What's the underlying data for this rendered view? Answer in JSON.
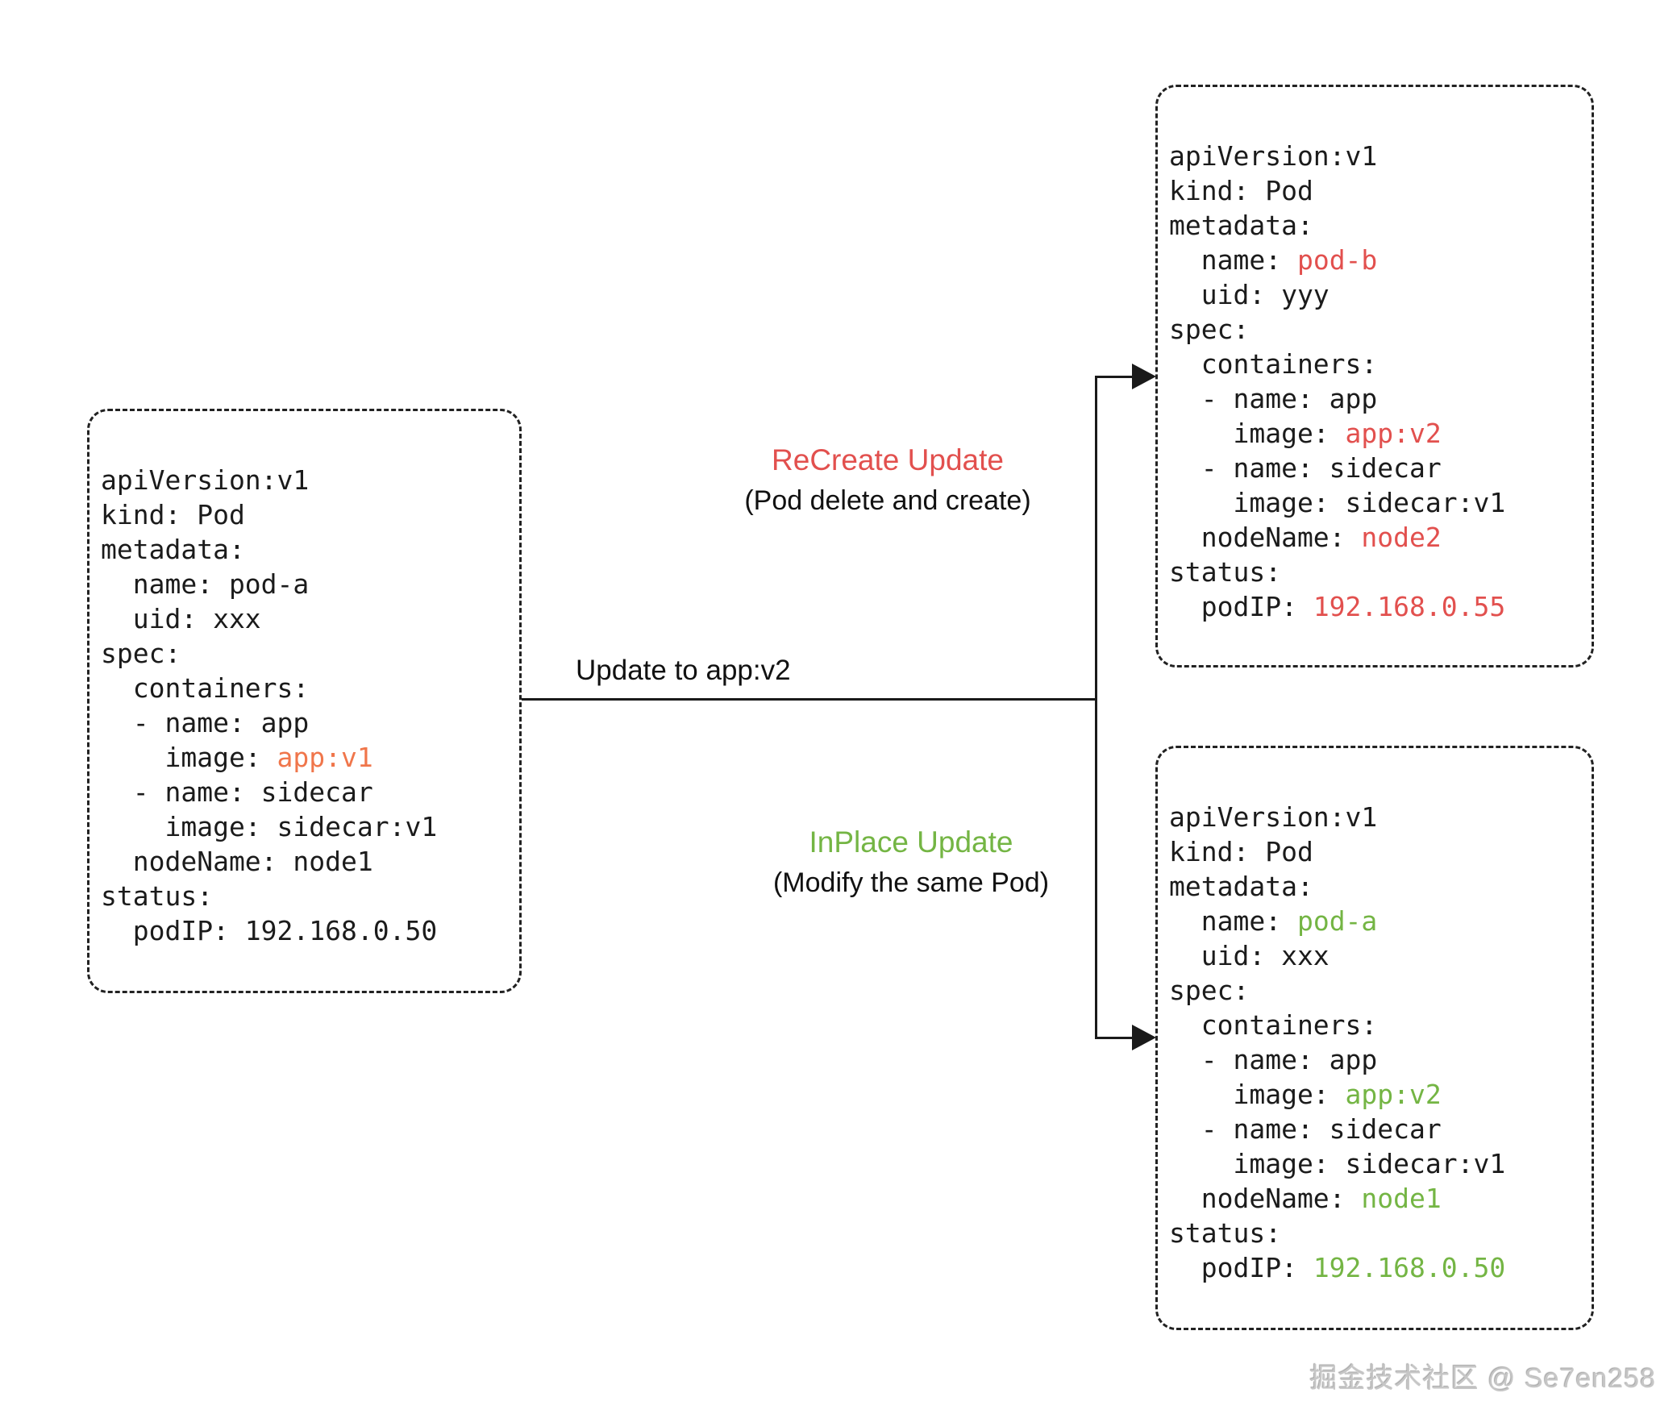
{
  "labels": {
    "recreate_title": "ReCreate Update",
    "recreate_subtitle": "(Pod delete and create)",
    "update_arrow": "Update to app:v2",
    "inplace_title": "InPlace Update",
    "inplace_subtitle": "(Modify the same Pod)"
  },
  "watermark": "掘金技术社区 @ Se7en258",
  "colors": {
    "code_default": "#1b1b1b",
    "highlight_orange": "#F0764B",
    "highlight_red": "#E2504E",
    "highlight_green": "#74B544",
    "watermark_gray": "#C6C6C6"
  },
  "boxes": [
    {
      "id": "source-pod",
      "lines": [
        [
          [
            "apiVersion:v1",
            "d"
          ]
        ],
        [
          [
            "kind: Pod",
            "d"
          ]
        ],
        [
          [
            "metadata:",
            "d"
          ]
        ],
        [
          [
            "  name: pod-a",
            "d"
          ]
        ],
        [
          [
            "  uid: xxx",
            "d"
          ]
        ],
        [
          [
            "spec:",
            "d"
          ]
        ],
        [
          [
            "  containers:",
            "d"
          ]
        ],
        [
          [
            "  - name: app",
            "d"
          ]
        ],
        [
          [
            "    image: ",
            "d"
          ],
          [
            "app:v1",
            "o"
          ]
        ],
        [
          [
            "  - name: sidecar",
            "d"
          ]
        ],
        [
          [
            "    image: sidecar:v1",
            "d"
          ]
        ],
        [
          [
            "  nodeName: node1",
            "d"
          ]
        ],
        [
          [
            "status:",
            "d"
          ]
        ],
        [
          [
            "  podIP: 192.168.0.50",
            "d"
          ]
        ]
      ]
    },
    {
      "id": "recreate-pod",
      "lines": [
        [
          [
            "apiVersion:v1",
            "d"
          ]
        ],
        [
          [
            "kind: Pod",
            "d"
          ]
        ],
        [
          [
            "metadata:",
            "d"
          ]
        ],
        [
          [
            "  name: ",
            "d"
          ],
          [
            "pod-b",
            "r"
          ]
        ],
        [
          [
            "  uid: yyy",
            "d"
          ]
        ],
        [
          [
            "spec:",
            "d"
          ]
        ],
        [
          [
            "  containers:",
            "d"
          ]
        ],
        [
          [
            "  - name: app",
            "d"
          ]
        ],
        [
          [
            "    image: ",
            "d"
          ],
          [
            "app:v2",
            "r"
          ]
        ],
        [
          [
            "  - name: sidecar",
            "d"
          ]
        ],
        [
          [
            "    image: sidecar:v1",
            "d"
          ]
        ],
        [
          [
            "  nodeName: ",
            "d"
          ],
          [
            "node2",
            "r"
          ]
        ],
        [
          [
            "status:",
            "d"
          ]
        ],
        [
          [
            "  podIP: ",
            "d"
          ],
          [
            "192.168.0.55",
            "r"
          ]
        ]
      ]
    },
    {
      "id": "inplace-pod",
      "lines": [
        [
          [
            "apiVersion:v1",
            "d"
          ]
        ],
        [
          [
            "kind: Pod",
            "d"
          ]
        ],
        [
          [
            "metadata:",
            "d"
          ]
        ],
        [
          [
            "  name: ",
            "d"
          ],
          [
            "pod-a",
            "g"
          ]
        ],
        [
          [
            "  uid: xxx",
            "d"
          ]
        ],
        [
          [
            "spec:",
            "d"
          ]
        ],
        [
          [
            "  containers:",
            "d"
          ]
        ],
        [
          [
            "  - name: app",
            "d"
          ]
        ],
        [
          [
            "    image: ",
            "d"
          ],
          [
            "app:v2",
            "g"
          ]
        ],
        [
          [
            "  - name: sidecar",
            "d"
          ]
        ],
        [
          [
            "    image: sidecar:v1",
            "d"
          ]
        ],
        [
          [
            "  nodeName: ",
            "d"
          ],
          [
            "node1",
            "g"
          ]
        ],
        [
          [
            "status:",
            "d"
          ]
        ],
        [
          [
            "  podIP: ",
            "d"
          ],
          [
            "192.168.0.50",
            "g"
          ]
        ]
      ]
    }
  ]
}
